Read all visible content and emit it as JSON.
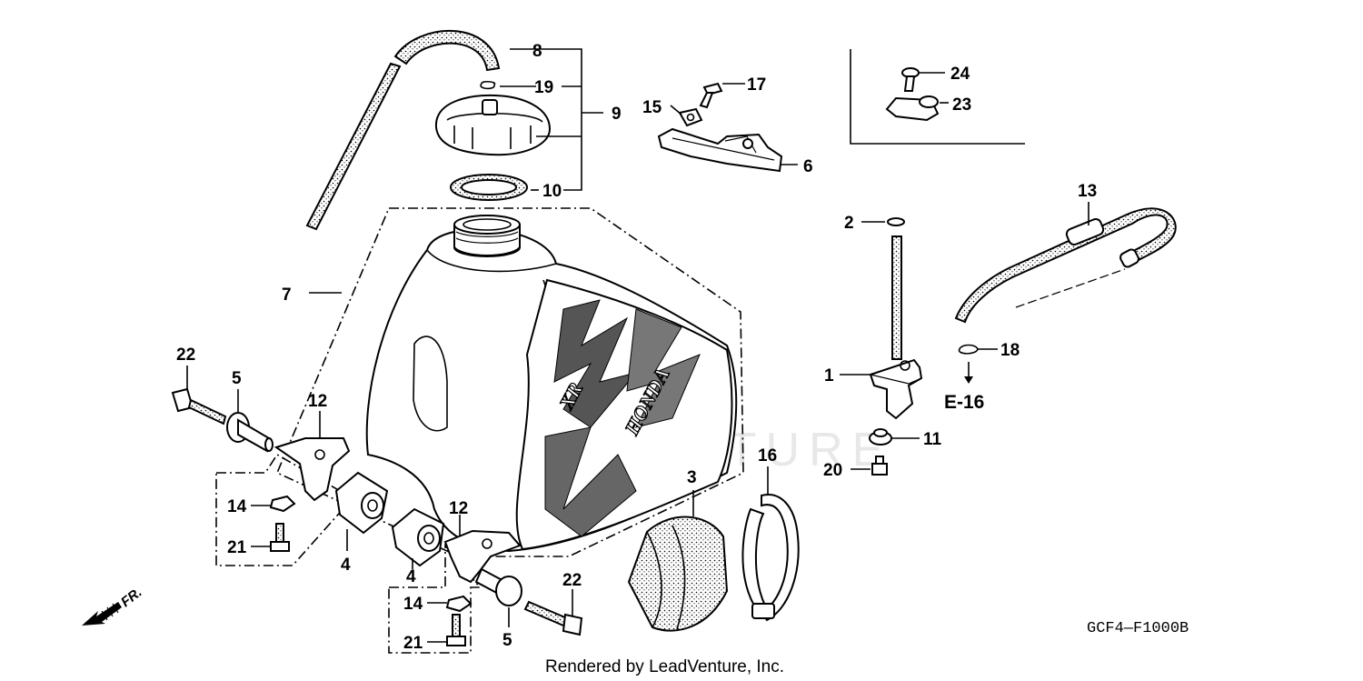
{
  "diagram": {
    "code": "GCF4—F1000B",
    "credit": "Rendered by LeadVenture, Inc.",
    "reference": "E-16",
    "direction": "FR.",
    "watermark": "LEADVENTURE",
    "tank_logo": "HONDA",
    "tank_graphic": "XR"
  },
  "callouts": {
    "c1": "1",
    "c2": "2",
    "c3": "3",
    "c4a": "4",
    "c4b": "4",
    "c5a": "5",
    "c5b": "5",
    "c6": "6",
    "c7": "7",
    "c8": "8",
    "c9": "9",
    "c10": "10",
    "c11": "11",
    "c12a": "12",
    "c12b": "12",
    "c13": "13",
    "c14a": "14",
    "c14b": "14",
    "c15": "15",
    "c16": "16",
    "c17": "17",
    "c18": "18",
    "c19": "19",
    "c20": "20",
    "c21a": "21",
    "c21b": "21",
    "c22a": "22",
    "c22b": "22",
    "c23": "23",
    "c24": "24"
  }
}
